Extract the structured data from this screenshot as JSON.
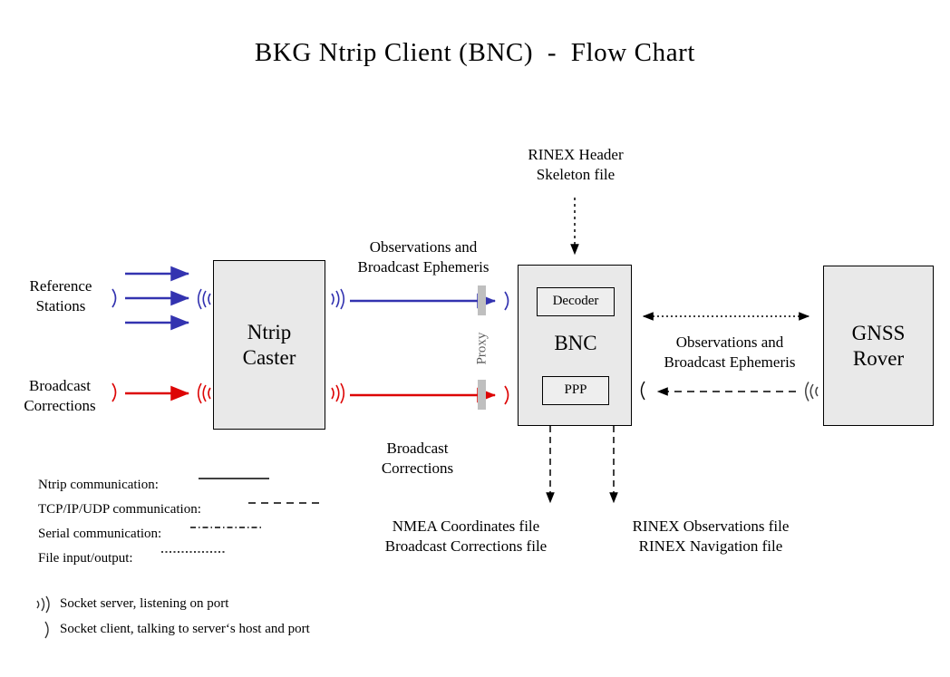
{
  "title": "BKG Ntrip Client (BNC)  -  Flow Chart",
  "nodes": {
    "ntrip_caster": "Ntrip\nCaster",
    "bnc": "BNC",
    "bnc_decoder": "Decoder",
    "bnc_ppp": "PPP",
    "gnss_rover": "GNSS\nRover"
  },
  "labels": {
    "reference_stations": "Reference\nStations",
    "broadcast_corrections_left": "Broadcast\nCorrections",
    "observations_ephemeris_top": "Observations and\nBroadcast Ephemeris",
    "broadcast_corrections_mid": "Broadcast\nCorrections",
    "proxy": "Proxy",
    "rinex_header": "RINEX Header\nSkeleton file",
    "observations_ephemeris_right": "Observations and\nBroadcast Ephemeris",
    "nmea_output": "NMEA Coordinates file\nBroadcast Corrections file",
    "rinex_output": "RINEX Observations file\nRINEX Navigation file"
  },
  "legend": {
    "lines": [
      {
        "text": "Ntrip communication:",
        "style": "solid"
      },
      {
        "text": "TCP/IP/UDP communication:",
        "style": "dashed"
      },
      {
        "text": "Serial communication:",
        "style": "dashdot"
      },
      {
        "text": "File input/output:",
        "style": "dotted"
      }
    ],
    "sockets": [
      {
        "icon": "socket-server-icon",
        "text": "Socket server, listening on port"
      },
      {
        "icon": "socket-client-icon",
        "text": "Socket client, talking to server‘s host and port"
      }
    ]
  },
  "colors": {
    "ntrip_blue": "#3333B0",
    "corrections_red": "#DD0505",
    "box_fill": "#E9E9E9",
    "box_border": "#000000",
    "proxy_gray": "#BFBFBF",
    "flow_black": "#000000"
  }
}
